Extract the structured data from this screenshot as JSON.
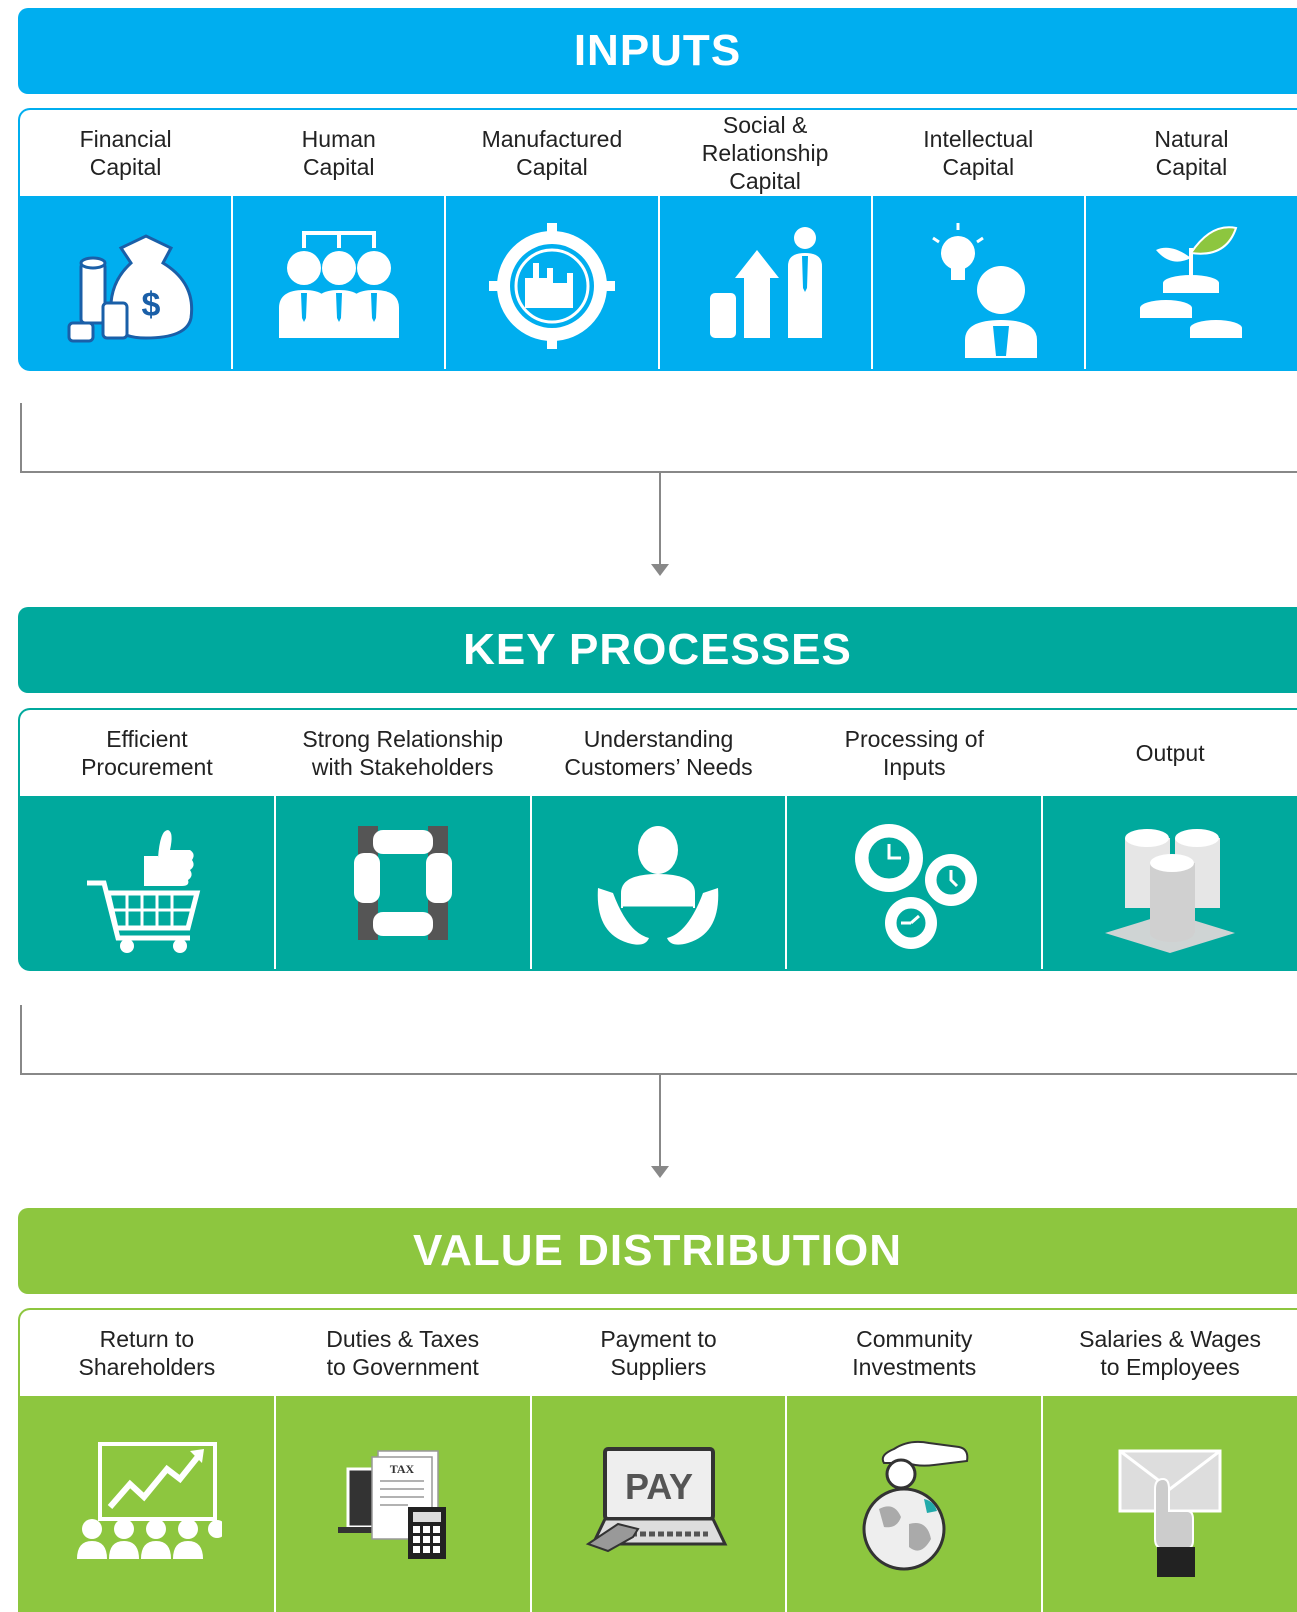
{
  "inputs": {
    "title": "INPUTS",
    "color": "#00AEEF",
    "items": [
      {
        "label": "Financial\nCapital",
        "icon": "money-bag-icon"
      },
      {
        "label": "Human\nCapital",
        "icon": "team-icon"
      },
      {
        "label": "Manufactured\nCapital",
        "icon": "factory-gear-icon"
      },
      {
        "label": "Social &\nRelationship\nCapital",
        "icon": "growth-person-icon"
      },
      {
        "label": "Intellectual\nCapital",
        "icon": "idea-person-icon"
      },
      {
        "label": "Natural\nCapital",
        "icon": "plant-coins-icon"
      }
    ]
  },
  "processes": {
    "title": "KEY PROCESSES",
    "color": "#00A99D",
    "items": [
      {
        "label": "Efficient\nProcurement",
        "icon": "shopping-cart-icon"
      },
      {
        "label": "Strong Relationship\nwith Stakeholders",
        "icon": "linked-hands-icon"
      },
      {
        "label": "Understanding\nCustomers’ Needs",
        "icon": "customer-hands-icon"
      },
      {
        "label": "Processing of\nInputs",
        "icon": "gears-clock-icon"
      },
      {
        "label": "Output",
        "icon": "barrels-icon"
      }
    ]
  },
  "distribution": {
    "title": "VALUE DISTRIBUTION",
    "color": "#8DC63F",
    "items": [
      {
        "label": "Return to\nShareholders",
        "icon": "board-chart-icon"
      },
      {
        "label": "Duties & Taxes\nto Government",
        "icon": "tax-calculator-icon",
        "icon_text": "TAX"
      },
      {
        "label": "Payment to\nSuppliers",
        "icon": "pay-laptop-icon",
        "icon_text": "PAY"
      },
      {
        "label": "Community\nInvestments",
        "icon": "globe-coin-icon"
      },
      {
        "label": "Salaries & Wages\nto Employees",
        "icon": "envelope-hand-icon"
      }
    ]
  }
}
